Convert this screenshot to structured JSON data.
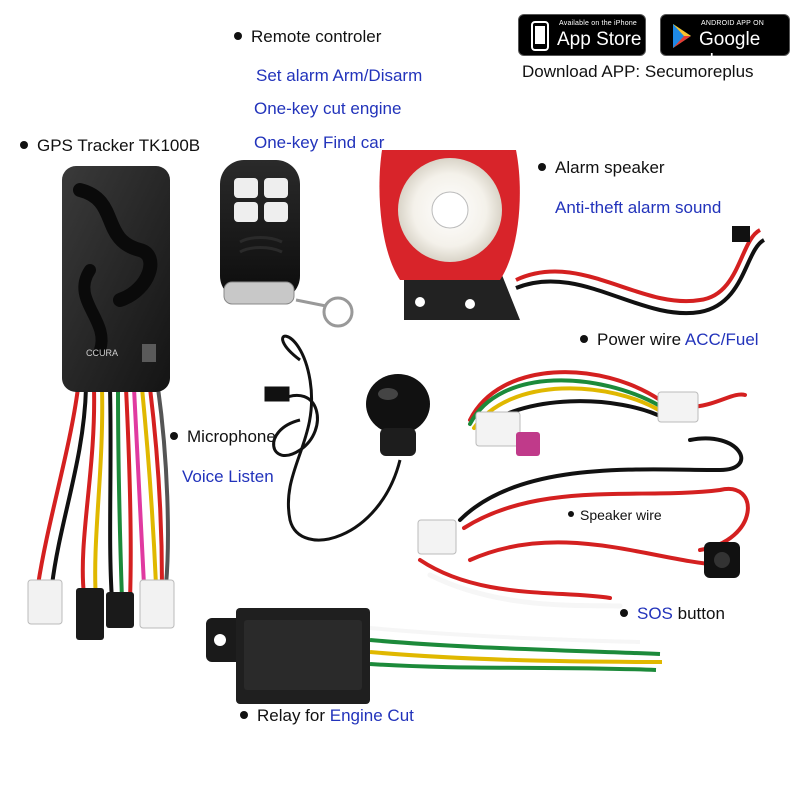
{
  "stores": {
    "apple": {
      "small": "Available on the iPhone",
      "big": "App Store"
    },
    "google": {
      "small": "ANDROID APP ON",
      "big": "Google play"
    },
    "download": "Download APP: Secumoreplus"
  },
  "labels": {
    "remote": "Remote controler",
    "remote_feat1": "Set alarm Arm/Disarm",
    "remote_feat2": "One-key cut engine",
    "remote_feat3": "One-key Find car",
    "gps": "GPS Tracker TK100B",
    "speaker": "Alarm speaker",
    "speaker_feat": "Anti-theft alarm sound",
    "power_prefix": "Power wire",
    "power_highlight": "ACC/Fuel",
    "mic": "Microphone",
    "mic_feat": "Voice Listen",
    "speaker_wire": "Speaker wire",
    "sos_highlight": "SOS",
    "sos_suffix": "button",
    "relay_prefix": "Relay for",
    "relay_highlight": "Engine Cut"
  },
  "device": {
    "brand": "CCURA",
    "model": "TK100B"
  },
  "colors": {
    "label_blue": "#2233bb",
    "wire_red": "#d42020",
    "wire_green": "#1c8a3a",
    "wire_yellow": "#e0b800",
    "siren_red": "#d8242a"
  }
}
